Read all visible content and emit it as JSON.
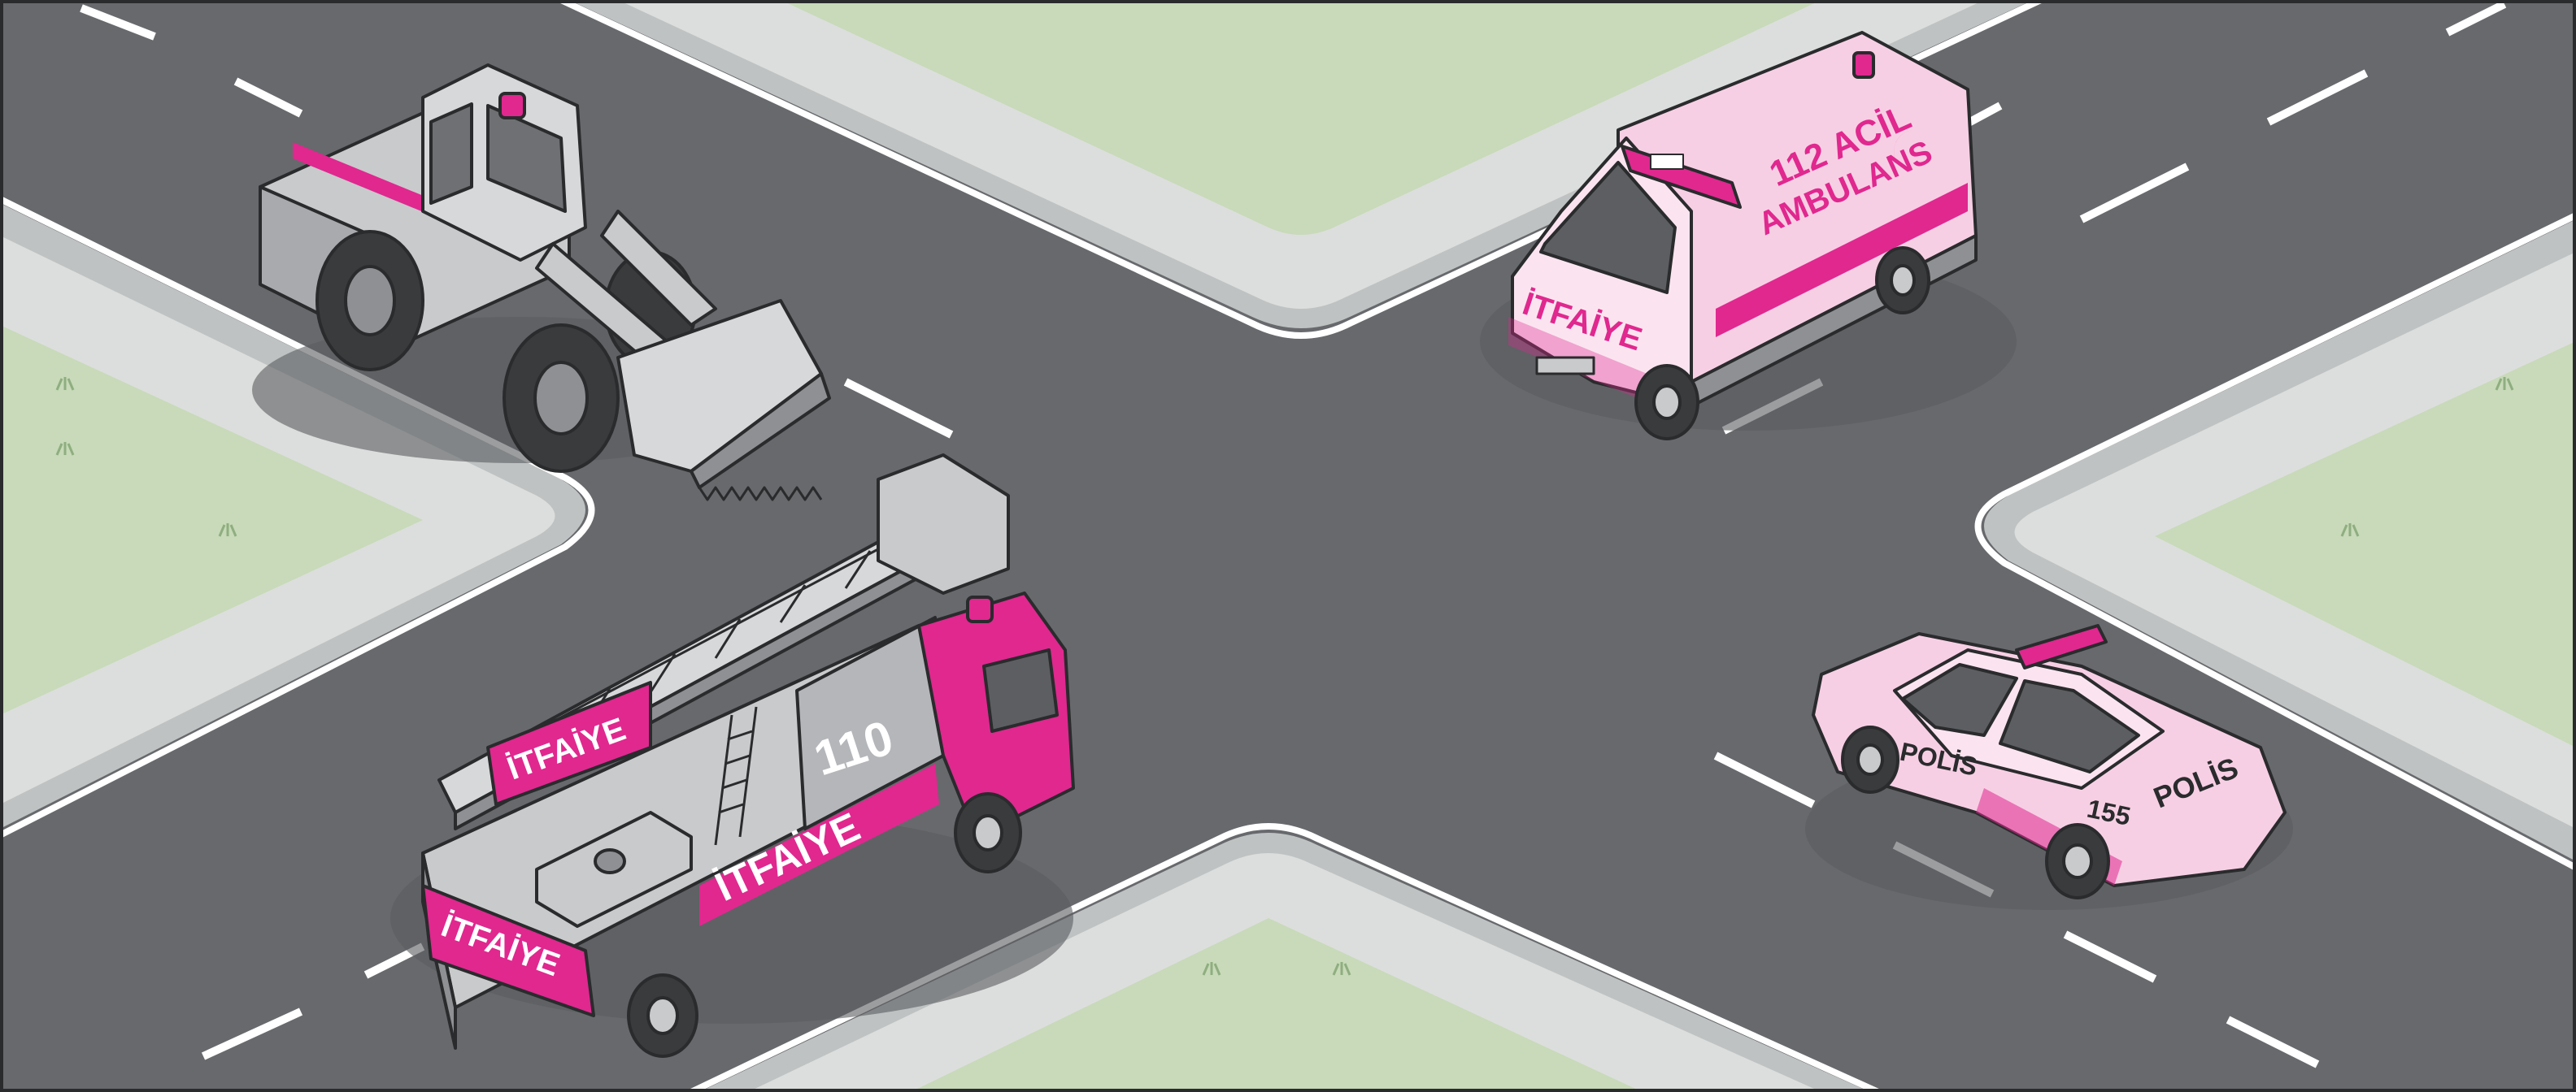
{
  "colors": {
    "asphalt": "#67696c",
    "asphalt_dark": "#5a5c5f",
    "sidewalk": "#dcdedd",
    "curb": "#bfc2c2",
    "grass": "#c8dab9",
    "lane_mark": "#ffffff",
    "accent_pink": "#e0288f",
    "light_pink": "#f7cfe4",
    "vehicle_gray": "#c9cacc",
    "vehicle_dark": "#8e9093",
    "tire": "#3a3b3d",
    "outline": "#2a2b2d"
  },
  "vehicles": {
    "bulldozer": {},
    "ambulance": {
      "label_line1": "112 ACİL",
      "label_line2": "AMBULANS",
      "hood_label": "İTFAİYE"
    },
    "fire_truck": {
      "number": "110",
      "boom_label": "İTFAİYE",
      "side_label": "İTFAİYE",
      "rear_label": "İTFAİYE"
    },
    "police_car": {
      "door_label": "POLİS",
      "number": "155",
      "trunk_label": "POLİS"
    }
  }
}
